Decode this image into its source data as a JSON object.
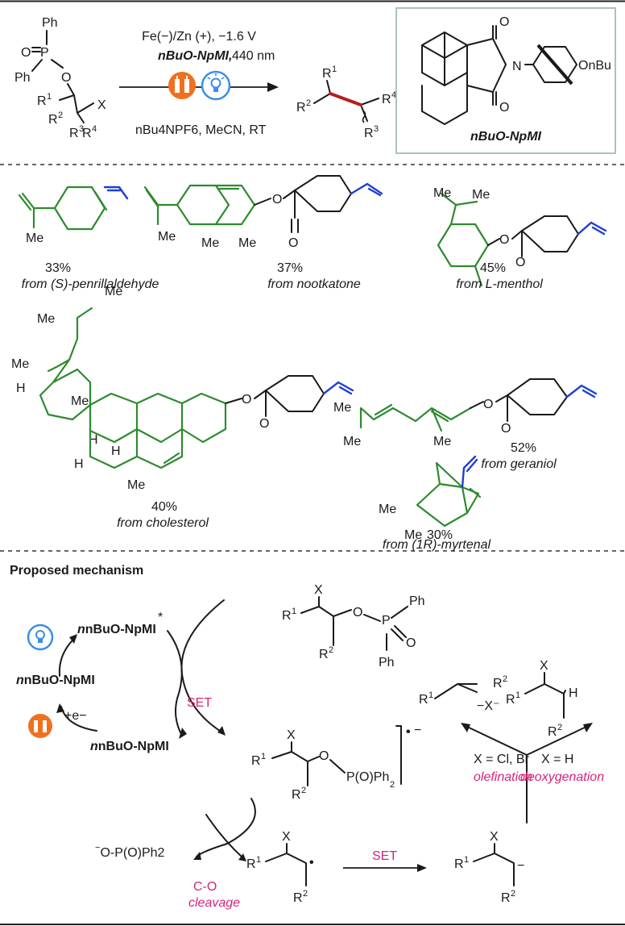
{
  "header": {
    "cond1": "Fe(−)/Zn (+), −1.6 V",
    "cond2_bold": "nBuO-NpMI,",
    "cond2_rest": " 440 nm",
    "cond3": "nBu4NPF6, MeCN, RT",
    "catalyst_label": "nBuO-NpMI",
    "substrate_labels": {
      "ph1": "Ph",
      "ph2": "Ph",
      "o": "O",
      "p": "P",
      "o2": "O",
      "x": "X",
      "r1": "R",
      "r2": "R",
      "r3r4": "R",
      "r4": "R"
    },
    "product_labels": {
      "r1": "R",
      "r2": "R",
      "r3": "R",
      "r4": "R"
    },
    "np_labels": {
      "o1": "O",
      "o2": "O",
      "n": "N",
      "onbu": "OnBu"
    }
  },
  "products": [
    {
      "yield": "33%",
      "source": "from (S)-penrillaldehyde"
    },
    {
      "yield": "37%",
      "source": "from nootkatone"
    },
    {
      "yield": "45%",
      "source": "from L-menthol"
    },
    {
      "yield": "52%",
      "source": "from geraniol"
    },
    {
      "yield": "40%",
      "source": "from cholesterol"
    },
    {
      "yield": "30%",
      "source": "from (1R)-myrtenal"
    }
  ],
  "mechanism": {
    "title": "Proposed mechanism",
    "excited": "nBuO-NpMI",
    "radical_anion": "nBuO-NpMI",
    "ground": "nBuO-NpMI",
    "electron": "+e−",
    "set1": "SET",
    "set2": "SET",
    "phosphate_anion": "O-P(O)Ph2",
    "cleavage1": "C-O",
    "cleavage2": "cleavage",
    "x_cl_br": "X = Cl, Br",
    "olefination": "olefination",
    "x_h": "X = H",
    "deoxygenation": "deoxygenation",
    "minus_x": "−X⁻"
  },
  "colors": {
    "green": "#2f8a2f",
    "blue": "#1f3fd1",
    "red": "#b71c1c",
    "magenta": "#d6247a",
    "orange": "#f07020",
    "lightblue": "#3a8ee8"
  }
}
